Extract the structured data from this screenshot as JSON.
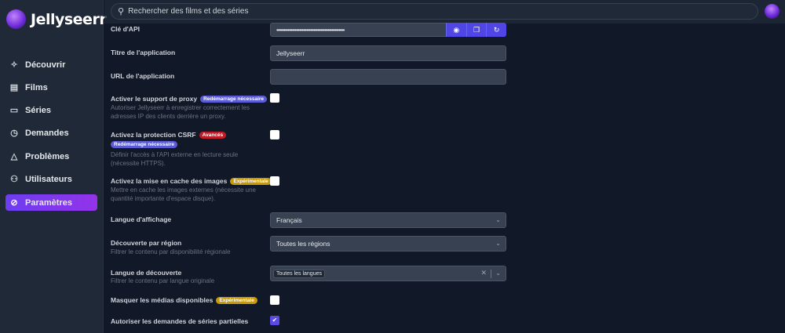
{
  "app": {
    "name": "Jellyseerr"
  },
  "search": {
    "placeholder": "Rechercher des films et des séries"
  },
  "sidebar": {
    "items": [
      {
        "label": "Découvrir",
        "icon": "sparkles-icon",
        "active": false
      },
      {
        "label": "Films",
        "icon": "film-icon",
        "active": false
      },
      {
        "label": "Séries",
        "icon": "tv-icon",
        "active": false
      },
      {
        "label": "Demandes",
        "icon": "clock-icon",
        "active": false
      },
      {
        "label": "Problèmes",
        "icon": "warning-icon",
        "active": false
      },
      {
        "label": "Utilisateurs",
        "icon": "users-icon",
        "active": false
      },
      {
        "label": "Paramètres",
        "icon": "settings-icon",
        "active": true
      }
    ]
  },
  "badges": {
    "restart": "Redémarrage nécessaire",
    "advanced": "Avancés",
    "experimental": "Expérimentale"
  },
  "colors": {
    "accent": "#6d3df0",
    "restart_badge": "#5b5bd6",
    "advanced_badge": "#c01c28",
    "experimental_badge": "#ca9a06"
  },
  "form": {
    "api_key": {
      "label": "Clé d'API",
      "value": "••••••••••••••••••••••••••••••••••••••••••••••••"
    },
    "app_title": {
      "label": "Titre de l'application",
      "value": "Jellyseerr"
    },
    "app_url": {
      "label": "URL de l'application",
      "value": ""
    },
    "proxy": {
      "label": "Activer le support de proxy",
      "desc": "Autoriser Jellyseerr à enregistrer correctement les adresses IP des clients derrière un proxy.",
      "checked": false
    },
    "csrf": {
      "label": "Activez la protection CSRF",
      "desc": "Définir l'accès à l'API externe en lecture seule (nécessite HTTPS).",
      "checked": false
    },
    "image_cache": {
      "label": "Activez la mise en cache des images",
      "desc": "Mettre en cache les images externes (nécessite une quantité importante d'espace disque).",
      "checked": false
    },
    "display_lang": {
      "label": "Langue d'affichage",
      "value": "Français"
    },
    "region": {
      "label": "Découverte par région",
      "desc": "Filtrer le contenu par disponibilité régionale",
      "value": "Toutes les régions"
    },
    "discover_lang": {
      "label": "Langue de découverte",
      "desc": "Filtrer le contenu par langue originale",
      "value": "Toutes les langues"
    },
    "hide_available": {
      "label": "Masquer les médias disponibles",
      "checked": false
    },
    "partial_requests": {
      "label": "Autoriser les demandes de séries partielles",
      "checked": true
    }
  }
}
